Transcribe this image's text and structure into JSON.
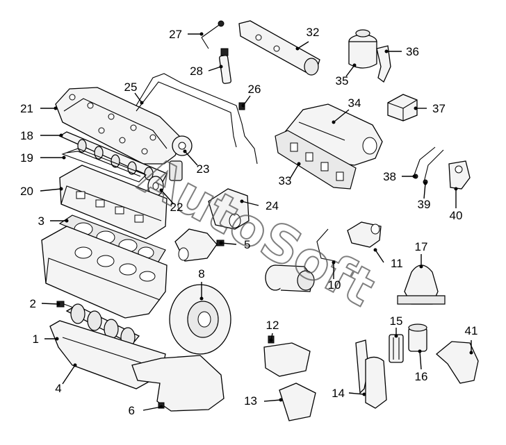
{
  "watermark": "AutoSoft",
  "parts": [
    {
      "id": "1"
    },
    {
      "id": "2"
    },
    {
      "id": "3"
    },
    {
      "id": "4"
    },
    {
      "id": "5"
    },
    {
      "id": "6"
    },
    {
      "id": "8"
    },
    {
      "id": "10"
    },
    {
      "id": "11"
    },
    {
      "id": "12"
    },
    {
      "id": "13"
    },
    {
      "id": "14"
    },
    {
      "id": "15"
    },
    {
      "id": "16"
    },
    {
      "id": "17"
    },
    {
      "id": "18"
    },
    {
      "id": "19"
    },
    {
      "id": "20"
    },
    {
      "id": "21"
    },
    {
      "id": "22"
    },
    {
      "id": "23"
    },
    {
      "id": "24"
    },
    {
      "id": "25"
    },
    {
      "id": "26"
    },
    {
      "id": "27"
    },
    {
      "id": "28"
    },
    {
      "id": "32"
    },
    {
      "id": "33"
    },
    {
      "id": "34"
    },
    {
      "id": "35"
    },
    {
      "id": "36"
    },
    {
      "id": "37"
    },
    {
      "id": "38"
    },
    {
      "id": "39"
    },
    {
      "id": "40"
    },
    {
      "id": "41"
    }
  ]
}
